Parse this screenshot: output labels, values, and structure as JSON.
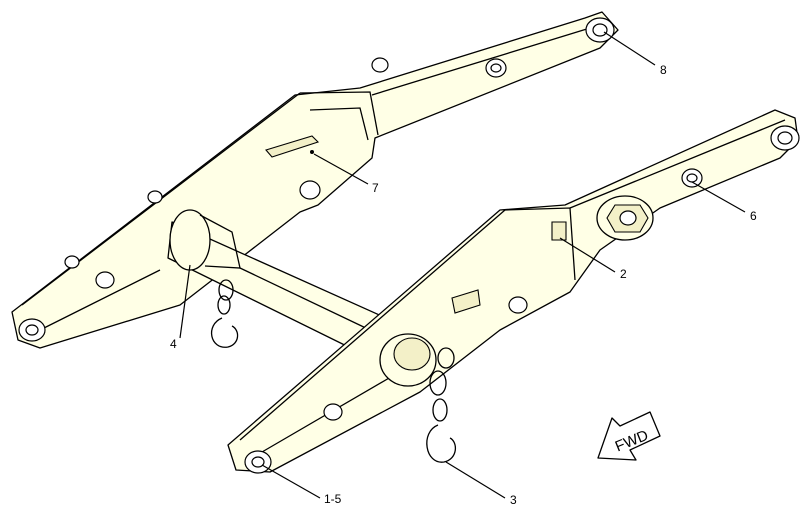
{
  "diagram": {
    "callouts": [
      {
        "id": "c1",
        "label": "1-5"
      },
      {
        "id": "c2",
        "label": "2"
      },
      {
        "id": "c3",
        "label": "3"
      },
      {
        "id": "c4",
        "label": "4"
      },
      {
        "id": "c6",
        "label": "6"
      },
      {
        "id": "c7",
        "label": "7"
      },
      {
        "id": "c8",
        "label": "8"
      }
    ],
    "direction_arrow": {
      "label": "FWD"
    },
    "colors": {
      "part_fill": "#ffffe6",
      "line": "#000000",
      "background": "#ffffff"
    }
  }
}
